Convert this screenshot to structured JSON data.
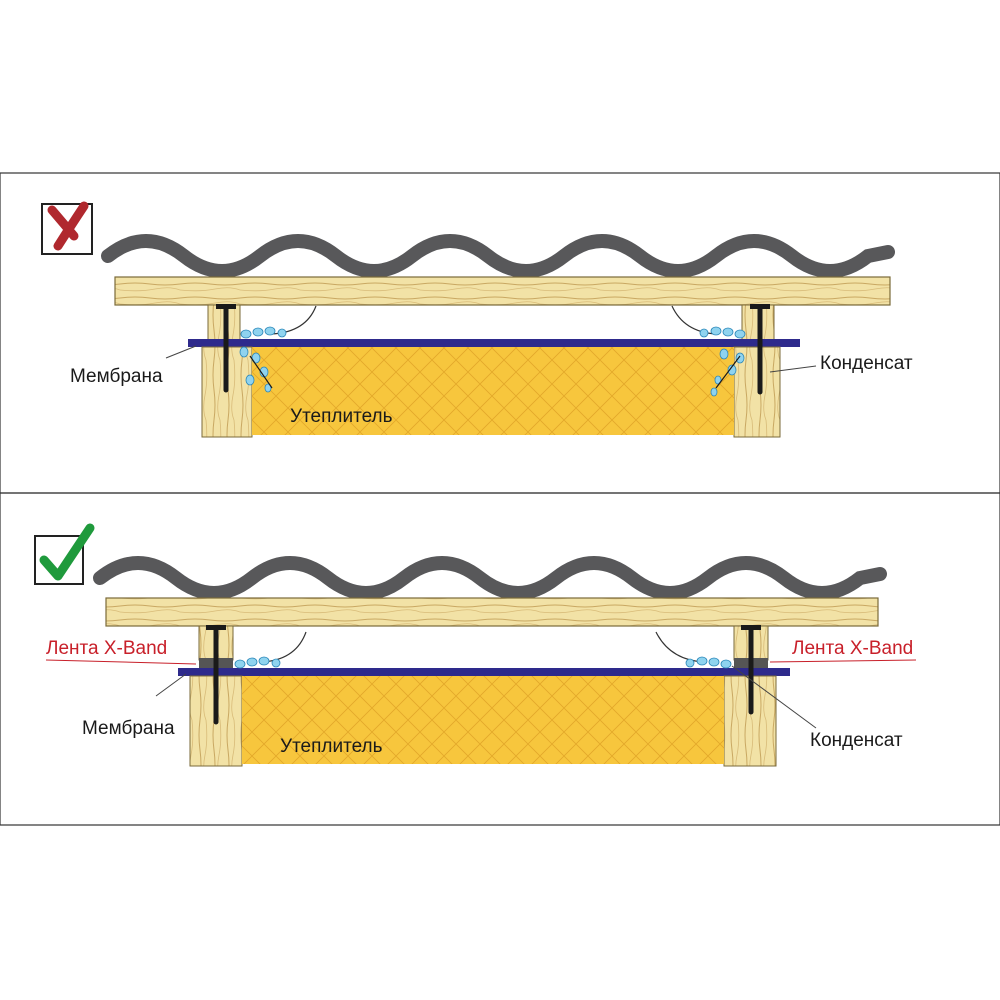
{
  "labels": {
    "membrane": "Мембрана",
    "condensate": "Конденсат",
    "insulation": "Утеплитель",
    "tape": "Лента X-Band"
  },
  "colors": {
    "wrong_mark": "#b0282e",
    "right_mark": "#1f9a3c",
    "membrane": "#2e2a8c",
    "insulation": "#f7c63d",
    "wood": "#f2e2a6",
    "roof_sheet": "#58585a",
    "condensate_drop": "#8fd3ef",
    "tape": "#555555",
    "tape_label": "#c8202a"
  },
  "icons": {
    "wrong": "cross-mark-icon",
    "right": "check-mark-icon"
  }
}
